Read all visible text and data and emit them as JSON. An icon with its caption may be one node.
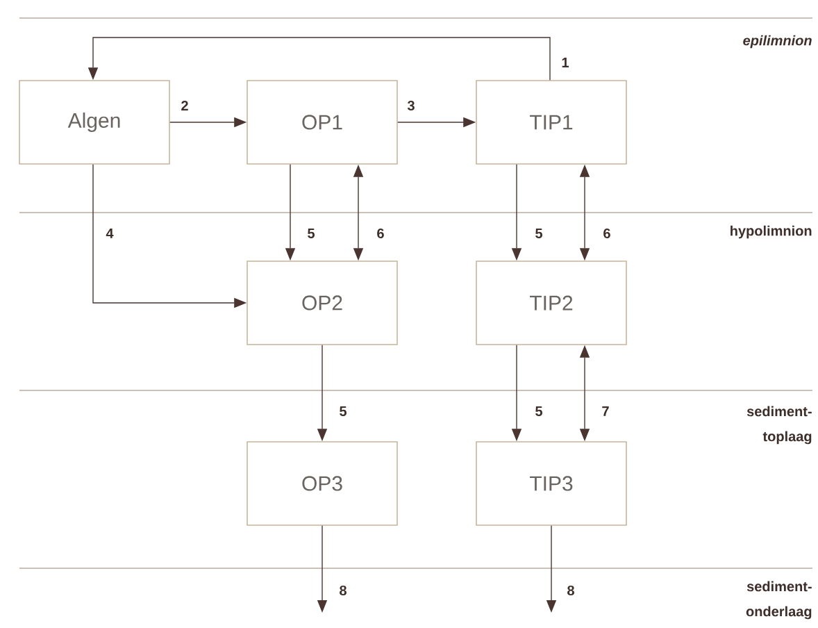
{
  "diagram": {
    "nodes": [
      {
        "text": [
          "Algen"
        ]
      },
      {
        "text": [
          "OP1"
        ]
      },
      {
        "text": [
          "TIP1"
        ]
      },
      {
        "text": [
          "OP2"
        ]
      },
      {
        "text": [
          "TIP2"
        ]
      },
      {
        "text": [
          "OP3"
        ]
      },
      {
        "text": [
          "TIP3"
        ]
      }
    ],
    "edges": [
      {
        "from": 2,
        "to": 0,
        "arrow": "to",
        "label": "1"
      },
      {
        "from": 0,
        "to": 1,
        "arrow": "to",
        "label": "2"
      },
      {
        "from": 1,
        "to": 2,
        "arrow": "to",
        "label": "3"
      },
      {
        "from": 0,
        "to": 3,
        "arrow": "to",
        "label": "4"
      },
      {
        "from": 1,
        "to": 3,
        "arrow": "to",
        "label": "5"
      },
      {
        "from": 1,
        "to": 3,
        "arrow": "both",
        "label": "6"
      },
      {
        "from": 2,
        "to": 4,
        "arrow": "to",
        "label": "5"
      },
      {
        "from": 2,
        "to": 4,
        "arrow": "both",
        "label": "6"
      },
      {
        "from": 3,
        "to": 5,
        "arrow": "to",
        "label": "5"
      },
      {
        "from": 4,
        "to": 6,
        "arrow": "to",
        "label": "5"
      },
      {
        "from": 4,
        "to": 6,
        "arrow": "both",
        "label": "7"
      },
      {
        "from": 5,
        "to": null,
        "arrow": "to",
        "label": "8"
      },
      {
        "from": 6,
        "to": null,
        "arrow": "to",
        "label": "8"
      }
    ],
    "labels": [
      "epilimnion",
      "hypolimnion",
      "sediment-toplaag",
      "sediment-onderlaag"
    ]
  }
}
